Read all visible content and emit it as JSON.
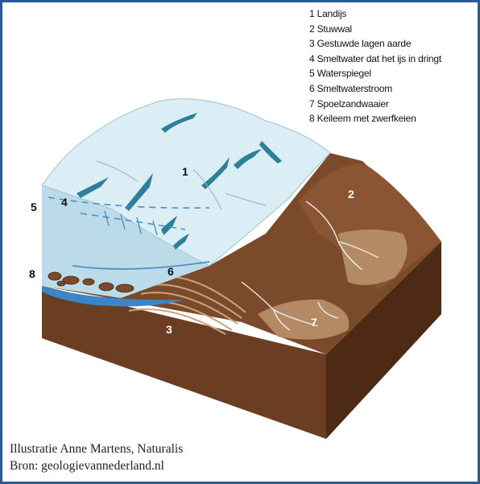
{
  "legend": [
    "1 Landijs",
    "2 Stuwwal",
    "3 Gestuwde lagen aarde",
    "4 Smeltwater dat het ijs in dringt",
    "5 Waterspiegel",
    "6 Smeltwaterstroom",
    "7 Spoelzandwaaier",
    "8 Keileem met zwerfkeien"
  ],
  "labels": {
    "n1": "1",
    "n2": "2",
    "n3": "3",
    "n4": "4",
    "n5": "5",
    "n6": "6",
    "n7": "7",
    "n8": "8"
  },
  "credits": {
    "line1": "Illustratie Anne Martens, Naturalis",
    "line2": "Bron: geologievannederland.nl"
  },
  "colors": {
    "frame": "#2a5a9a",
    "ice": "#cfe6f0",
    "crevasse": "#2f7f99",
    "earth_top": "#7a4a2a",
    "earth_front": "#6b3d22",
    "earth_side": "#4e2a14"
  }
}
